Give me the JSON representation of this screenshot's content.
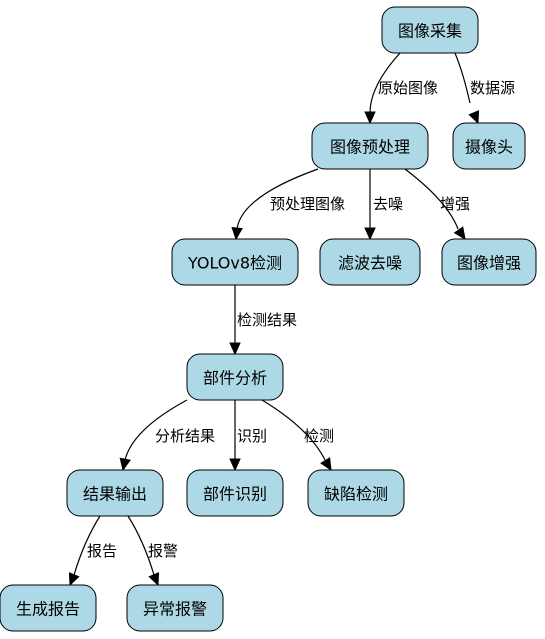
{
  "nodes": [
    {
      "id": "capture",
      "label": "图像采集"
    },
    {
      "id": "preprocess",
      "label": "图像预处理"
    },
    {
      "id": "camera",
      "label": "摄像头"
    },
    {
      "id": "yolo",
      "label": "YOLOv8检测"
    },
    {
      "id": "denoise",
      "label": "滤波去噪"
    },
    {
      "id": "enhance",
      "label": "图像增强"
    },
    {
      "id": "analysis",
      "label": "部件分析"
    },
    {
      "id": "output",
      "label": "结果输出"
    },
    {
      "id": "identify",
      "label": "部件识别"
    },
    {
      "id": "defect",
      "label": "缺陷检测"
    },
    {
      "id": "report",
      "label": "生成报告"
    },
    {
      "id": "alarm",
      "label": "异常报警"
    }
  ],
  "edges": [
    {
      "from": "capture",
      "to": "preprocess",
      "label": "原始图像"
    },
    {
      "from": "capture",
      "to": "camera",
      "label": "数据源"
    },
    {
      "from": "preprocess",
      "to": "yolo",
      "label": "预处理图像"
    },
    {
      "from": "preprocess",
      "to": "denoise",
      "label": "去噪"
    },
    {
      "from": "preprocess",
      "to": "enhance",
      "label": "增强"
    },
    {
      "from": "yolo",
      "to": "analysis",
      "label": "检测结果"
    },
    {
      "from": "analysis",
      "to": "output",
      "label": "分析结果"
    },
    {
      "from": "analysis",
      "to": "identify",
      "label": "识别"
    },
    {
      "from": "analysis",
      "to": "defect",
      "label": "检测"
    },
    {
      "from": "output",
      "to": "report",
      "label": "报告"
    },
    {
      "from": "output",
      "to": "alarm",
      "label": "报警"
    }
  ],
  "colors": {
    "node_fill": "#add8e6",
    "stroke": "#000000"
  }
}
